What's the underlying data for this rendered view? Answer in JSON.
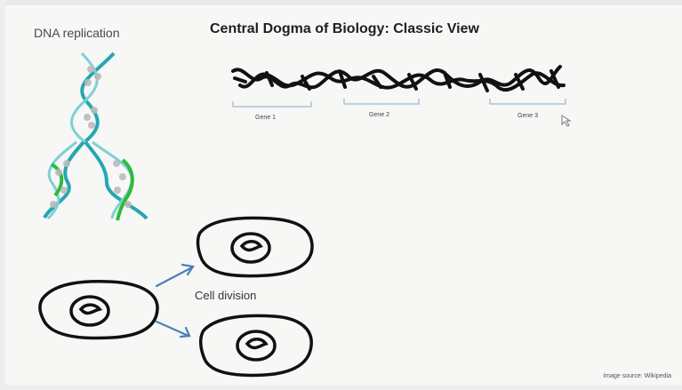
{
  "slide": {
    "left_title": "DNA replication",
    "main_title": "Central Dogma of Biology: Classic View",
    "genes": [
      "Gene 1",
      "Gene 2",
      "Gene 3"
    ],
    "cell_division_label": "Cell division",
    "source": "Image source: Wikipedia"
  },
  "colors": {
    "background": "#f7f7f6",
    "ink": "#111111",
    "arrow": "#4d7fb8",
    "dna_teal": "#25a7b2",
    "dna_green": "#2dbb3a"
  }
}
